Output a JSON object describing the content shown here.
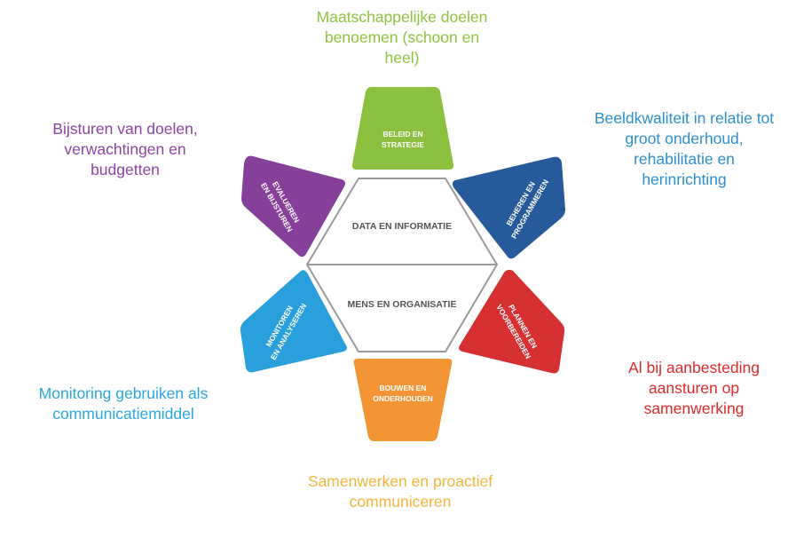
{
  "colors": {
    "green": "#8cc140",
    "blue_dark": "#275a9a",
    "red": "#d63032",
    "orange": "#f39534",
    "light_blue": "#29a0dc",
    "purple": "#86409a",
    "core_stroke": "#9a9a9a",
    "core_text": "#555555",
    "annot_green": "#8cc63e",
    "annot_blue": "#2d8fd0",
    "annot_red": "#e02a2a",
    "annot_orange": "#f6b53a",
    "annot_light_blue": "#29a8e0",
    "annot_purple": "#8e44a6"
  },
  "center": {
    "top_label": "DATA EN INFORMATIE",
    "bottom_label": "MENS EN ORGANISATIE"
  },
  "segments": {
    "beleid": {
      "line1": "BELEID EN",
      "line2": "STRATEGIE"
    },
    "beheren": {
      "line1": "BEHEREN EN",
      "line2": "PROGRAMMEREN"
    },
    "plannen": {
      "line1": "PLANNEN EN",
      "line2": "VOORBEREIDEN"
    },
    "bouwen": {
      "line1": "BOUWEN EN",
      "line2": "ONDERHOUDEN"
    },
    "monitoren": {
      "line1": "MONITOREN",
      "line2": "EN ANALYSEREN"
    },
    "evalueren": {
      "line1": "EVALUEREN",
      "line2": "EN BIJSTUREN"
    }
  },
  "annotations": {
    "top": {
      "l1": "Maatschappelijke doelen",
      "l2": "benoemen (schoon en",
      "l3": "heel)"
    },
    "top_right": {
      "l1": "Beeldkwaliteit in relatie tot",
      "l2": "groot onderhoud,",
      "l3": "rehabilitatie en",
      "l4": "herinrichting"
    },
    "bottom_right": {
      "l1": "Al bij aanbesteding",
      "l2": "aansturen op",
      "l3": "samenwerking"
    },
    "bottom": {
      "l1": "Samenwerken en proactief",
      "l2": "communiceren"
    },
    "bottom_left": {
      "l1": "Monitoring gebruiken als",
      "l2": "communicatiemiddel"
    },
    "top_left": {
      "l1": "Bijsturen van doelen,",
      "l2": "verwachtingen en",
      "l3": "budgetten"
    }
  }
}
